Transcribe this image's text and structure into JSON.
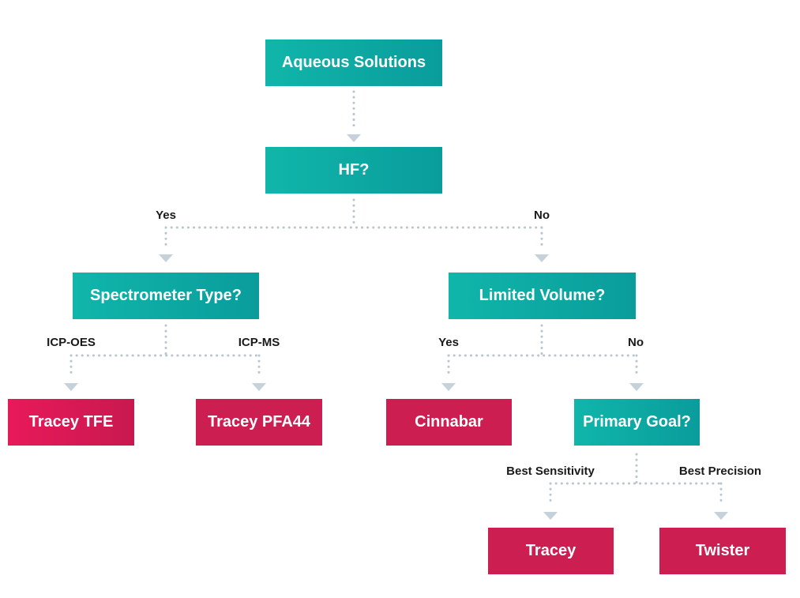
{
  "nodes": {
    "aqueous_solutions": "Aqueous Solutions",
    "hf": "HF?",
    "spectrometer_type": "Spectrometer Type?",
    "limited_volume": "Limited Volume?",
    "tracey_tfe": "Tracey TFE",
    "tracey_pfa44": "Tracey PFA44",
    "cinnabar": "Cinnabar",
    "primary_goal": "Primary Goal?",
    "tracey": "Tracey",
    "twister": "Twister"
  },
  "edge_labels": {
    "hf_yes": "Yes",
    "hf_no": "No",
    "icp_oes": "ICP-OES",
    "icp_ms": "ICP-MS",
    "volume_yes": "Yes",
    "volume_no": "No",
    "best_sensitivity": "Best Sensitivity",
    "best_precision": "Best Precision"
  },
  "colors": {
    "question_start": "#10b6aa",
    "question_end": "#0a9c9b",
    "product_start": "#e8195a",
    "product_end": "#c8194f",
    "connector": "#b9c6ce",
    "arrow": "#c5d2d9",
    "label_text": "#1a1a1a"
  }
}
